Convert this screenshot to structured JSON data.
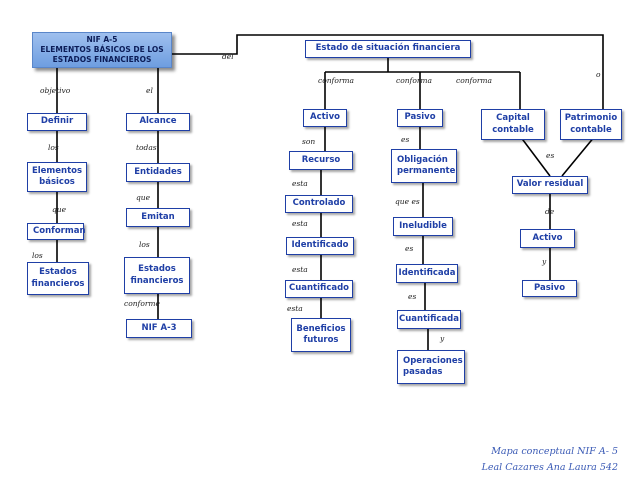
{
  "title": "NIF A-5\nELEMENTOS BÁSICOS DE LOS\nESTADOS FINANCIEROS",
  "nodes": {
    "definir": "Definir",
    "elementos_basicos": "Elementos\nbásicos",
    "conforman": "Conforman",
    "estados_financieros_left": "Estados\nfinancieros",
    "alcance": "Alcance",
    "entidades": "Entidades",
    "emitan": "Emitan",
    "estados_financieros_mid": "Estados\nfinancieros",
    "nif_a3": "NIF A-3",
    "estado_situacion": "Estado de situación financiera",
    "activo": "Activo",
    "recurso": "Recurso",
    "controlado": "Controlado",
    "identificado": "Identificado",
    "cuantificado": "Cuantificado",
    "beneficios_futuros": "Beneficios\nfuturos",
    "pasivo": "Pasivo",
    "obligacion_permanente": "Obligación\npermanente",
    "ineludible": "Ineludible",
    "identificada": "Identificada",
    "cuantificada": "Cuantificada",
    "operaciones_pasadas": "Operaciones\npasadas",
    "capital_contable": "Capital\ncontable",
    "patrimonio_contable": "Patrimonio\ncontable",
    "valor_residual": "Valor residual",
    "activo_right": "Activo",
    "pasivo_right": "Pasivo"
  },
  "labels": {
    "del": "del",
    "objetivo": "objetivo",
    "el": "el",
    "los_1": "los",
    "todas": "todas",
    "que_1": "que",
    "que_2": "que",
    "los_2": "los",
    "los_3": "los",
    "conforme": "conforme",
    "conforma_1": "conforma",
    "conforma_2": "conforma",
    "conforma_3": "conforma",
    "o": "o",
    "son": "son",
    "esta_1": "esta",
    "esta_2": "esta",
    "esta_3": "esta",
    "esta_4": "esta",
    "es_1": "es",
    "que_es": "que es",
    "es_2": "es",
    "es_3": "es",
    "y_1": "y",
    "es_4": "es",
    "de": "de",
    "y_2": "y"
  },
  "credit": {
    "line1": "Mapa conceptual NIF A- 5",
    "line2": "Leal Cazares Ana Laura 542"
  },
  "colors": {
    "box_border": "#1f3fa6",
    "box_text": "#1f3fa6",
    "title_fill": "#8fb3ea",
    "connector": "#000000"
  }
}
